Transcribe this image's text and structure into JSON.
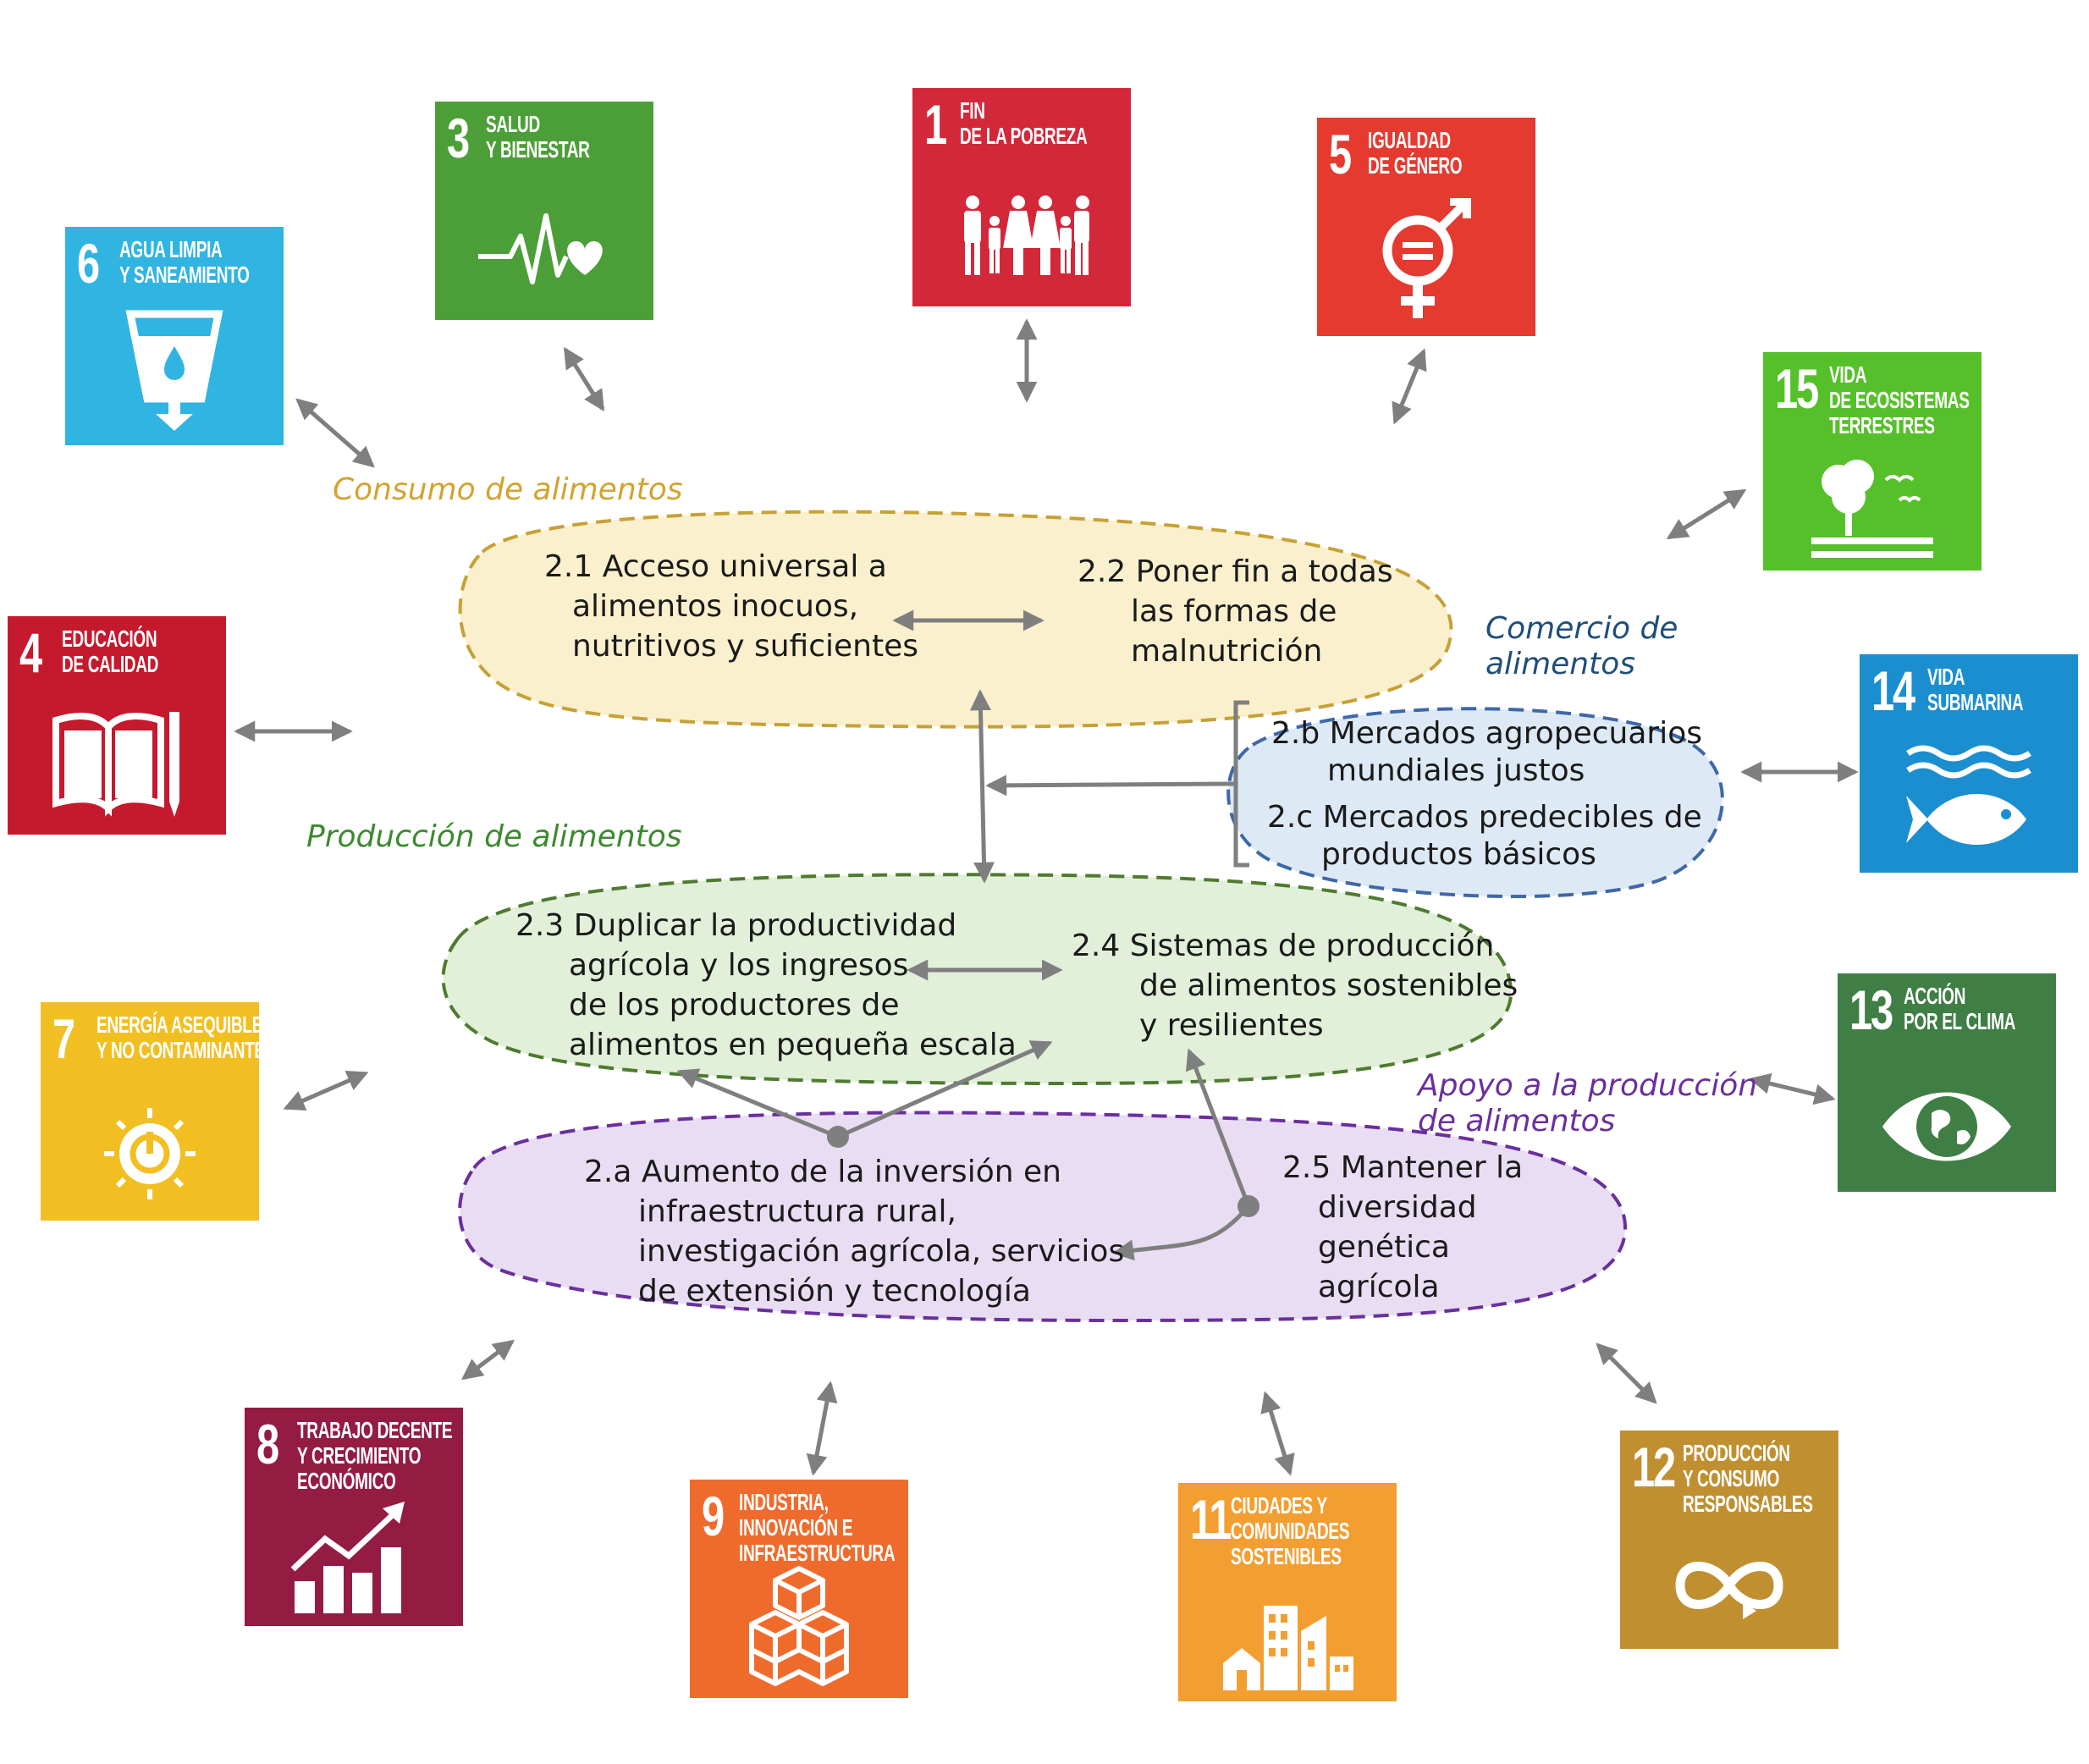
{
  "categories": {
    "consumo": "Consumo de alimentos",
    "produccion": "Producción de alimentos",
    "comercio": "Comercio de\nalimentos",
    "apoyo": "Apoyo a la producción\nde alimentos"
  },
  "targets": {
    "t21": [
      "2.1  Acceso universal a",
      "alimentos inocuos,",
      "nutritivos y suficientes"
    ],
    "t22": [
      "2.2  Poner fin a todas",
      "las formas de",
      "malnutrición"
    ],
    "t2b": [
      "2.b Mercados agropecuarios",
      "mundiales justos"
    ],
    "t2c": [
      "2.c  Mercados predecibles de",
      "productos básicos"
    ],
    "t23": [
      "2.3  Duplicar la productividad",
      "agrícola y los ingresos",
      "de los productores de",
      "alimentos en pequeña escala"
    ],
    "t24": [
      "2.4  Sistemas de producción",
      "de alimentos sostenibles",
      "y resilientes"
    ],
    "t2a": [
      "2.a Aumento de la inversión en",
      "infraestructura rural,",
      "investigación agrícola, servicios",
      "de extensión y tecnología"
    ],
    "t25": [
      "2.5 Mantener la",
      "diversidad",
      "genética",
      "agrícola"
    ]
  },
  "sdgs": [
    {
      "id": "sdg1",
      "num": "1",
      "title": "Fin\nde la pobreza",
      "color": "#d3273a",
      "icon": "family-icon"
    },
    {
      "id": "sdg3",
      "num": "3",
      "title": "Salud\ny bienestar",
      "color": "#4c9f38",
      "icon": "heartbeat-icon"
    },
    {
      "id": "sdg4",
      "num": "4",
      "title": "Educación\nde calidad",
      "color": "#c5192d",
      "icon": "book-pencil-icon"
    },
    {
      "id": "sdg5",
      "num": "5",
      "title": "Igualdad\nde género",
      "color": "#e43a2f",
      "icon": "gender-equality-icon"
    },
    {
      "id": "sdg6",
      "num": "6",
      "title": "Agua limpia\ny saneamiento",
      "color": "#30b4e1",
      "icon": "water-glass-icon"
    },
    {
      "id": "sdg7",
      "num": "7",
      "title": "Energía asequible\ny no contaminante",
      "color": "#f2bf22",
      "icon": "sun-power-icon"
    },
    {
      "id": "sdg8",
      "num": "8",
      "title": "Trabajo decente\ny crecimiento\neconómico",
      "color": "#941b42",
      "icon": "growth-chart-icon"
    },
    {
      "id": "sdg9",
      "num": "9",
      "title": "Industria,\ninnovación e\ninfraestructura",
      "color": "#ef6b2c",
      "icon": "cubes-icon"
    },
    {
      "id": "sdg11",
      "num": "11",
      "title": "Ciudades y\ncomunidades\nsostenibles",
      "color": "#f39e31",
      "icon": "city-icon"
    },
    {
      "id": "sdg12",
      "num": "12",
      "title": "Producción\ny consumo\nresponsables",
      "color": "#c08f30",
      "icon": "infinity-icon"
    },
    {
      "id": "sdg13",
      "num": "13",
      "title": "Acción\npor el clima",
      "color": "#3f7e45",
      "icon": "eye-globe-icon"
    },
    {
      "id": "sdg14",
      "num": "14",
      "title": "Vida\nsubmarina",
      "color": "#1b8ed0",
      "icon": "fish-waves-icon"
    },
    {
      "id": "sdg15",
      "num": "15",
      "title": "Vida\nde ecosistemas\nterrestres",
      "color": "#56c02b",
      "icon": "tree-birds-icon"
    }
  ],
  "colors": {
    "consumo_fill": "#fbf0cd",
    "consumo_stroke": "#c6a136",
    "consumo_text": "#d3a32f",
    "produccion_fill": "#e2efd9",
    "produccion_stroke": "#4e7b2f",
    "produccion_text": "#3c8a2f",
    "comercio_fill": "#dde9f5",
    "comercio_stroke": "#3e68a8",
    "comercio_text": "#1f4e79",
    "apoyo_fill": "#e9ddf3",
    "apoyo_stroke": "#6a2f9d",
    "apoyo_text": "#6a2f9d",
    "arrow": "#7f7f7f"
  }
}
